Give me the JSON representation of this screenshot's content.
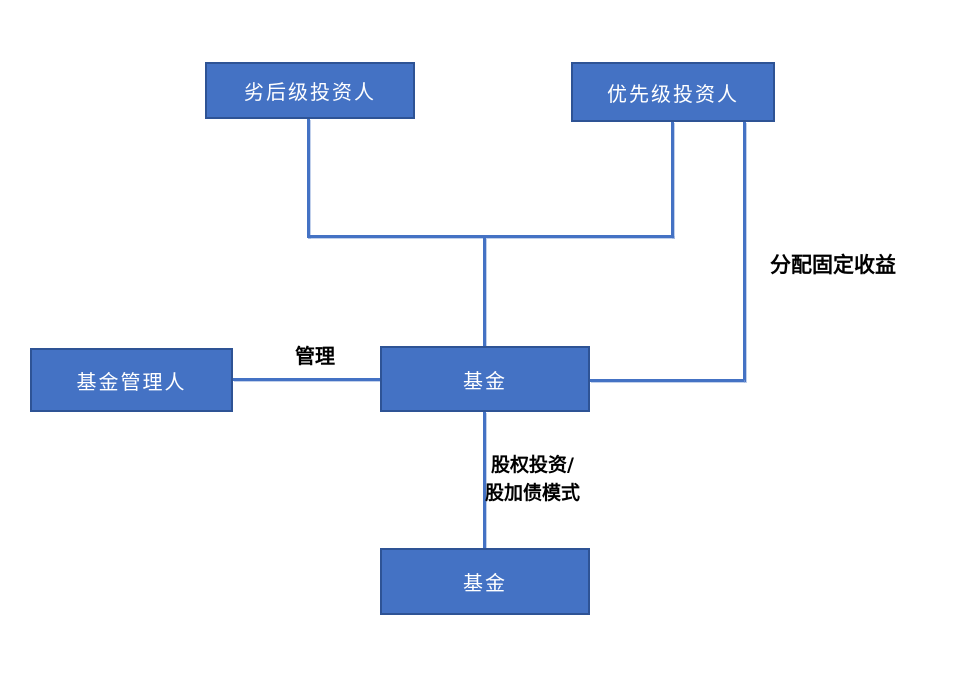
{
  "diagram": {
    "title": "fund-structure-diagram",
    "colors": {
      "node_fill": "#4472C4",
      "node_border": "#2E5395",
      "node_text": "#FFFFFF",
      "connector": "#4472C4",
      "label_text": "#000000",
      "background": "#FFFFFF"
    },
    "nodes": [
      {
        "id": "junior-investor",
        "label": "劣后级投资人"
      },
      {
        "id": "senior-investor",
        "label": "优先级投资人"
      },
      {
        "id": "fund-manager",
        "label": "基金管理人"
      },
      {
        "id": "fund",
        "label": "基金"
      },
      {
        "id": "sub-fund",
        "label": "基金"
      }
    ],
    "edge_labels": {
      "manage": "管理",
      "fixed_income": "分配固定收益",
      "investment_line1": "股权投资/",
      "investment_line2": "股加债模式"
    },
    "edges": [
      {
        "from": "junior-investor",
        "to": "fund",
        "label": ""
      },
      {
        "from": "senior-investor",
        "to": "fund",
        "label": ""
      },
      {
        "from": "fund-manager",
        "to": "fund",
        "label": "管理"
      },
      {
        "from": "fund",
        "to": "senior-investor",
        "label": "分配固定收益"
      },
      {
        "from": "fund",
        "to": "sub-fund",
        "label": "股权投资/股加债模式"
      }
    ]
  }
}
